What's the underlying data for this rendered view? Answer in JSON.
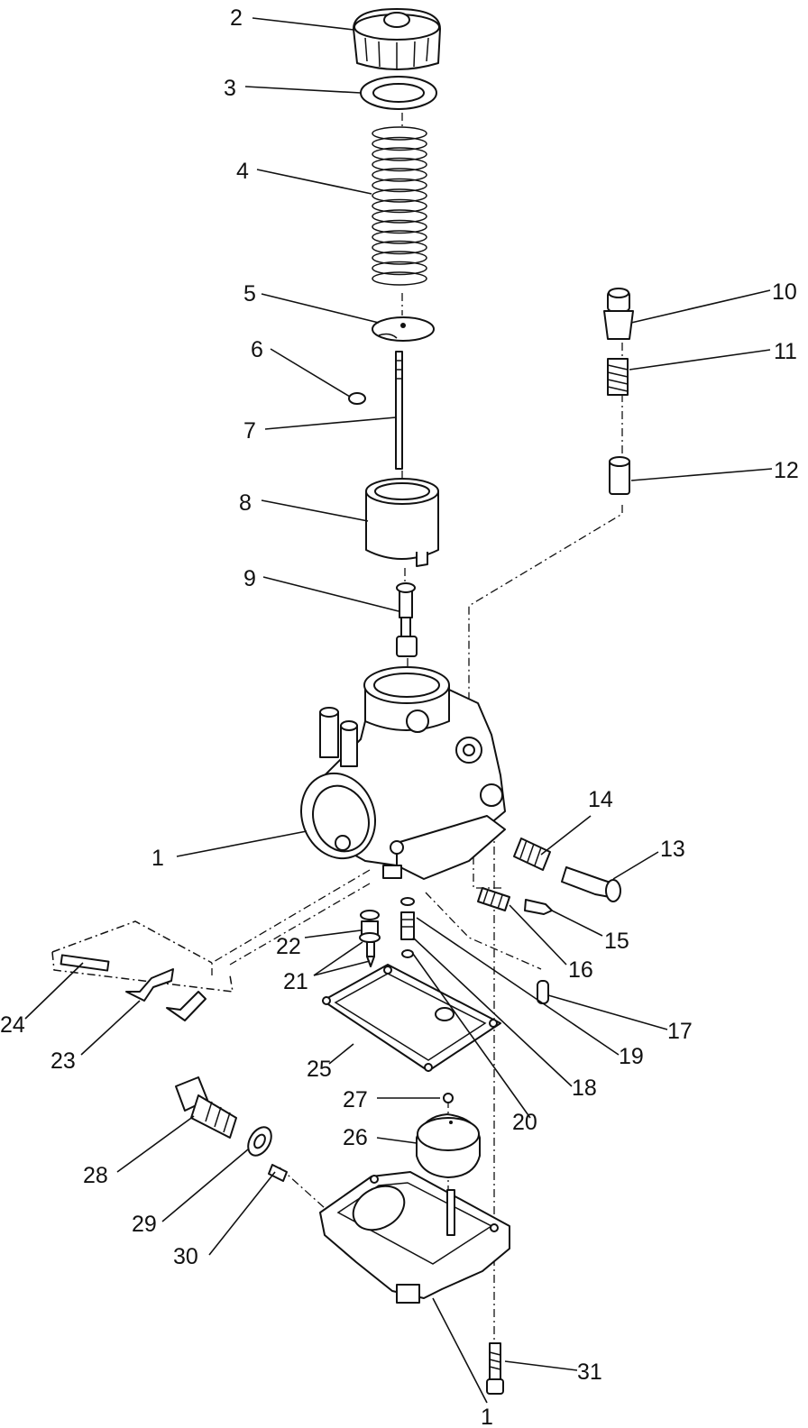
{
  "callouts": [
    "1",
    "2",
    "3",
    "4",
    "5",
    "6",
    "7",
    "8",
    "9",
    "10",
    "11",
    "12",
    "13",
    "14",
    "15",
    "16",
    "17",
    "18",
    "19",
    "20",
    "21",
    "22",
    "23",
    "24",
    "25",
    "26",
    "27",
    "28",
    "29",
    "30",
    "31",
    "1"
  ]
}
